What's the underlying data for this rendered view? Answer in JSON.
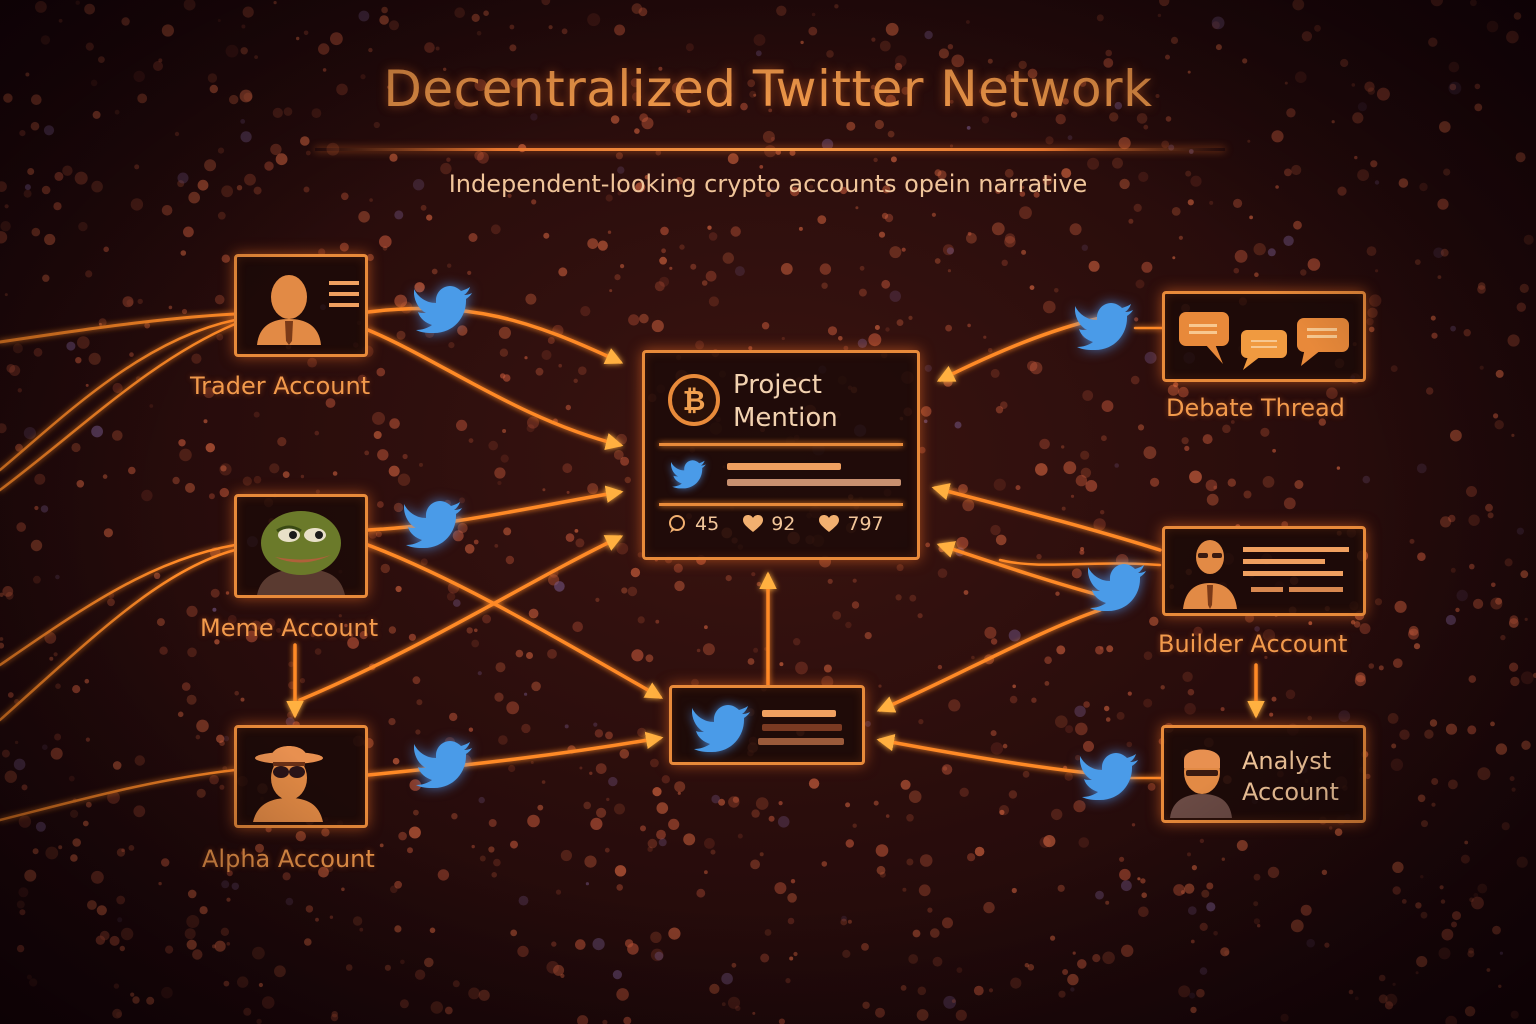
{
  "title": "Decentralized Twitter Network",
  "subtitle": "Independent-looking crypto accounts opein narrative",
  "colors": {
    "accent_orange": "#f39a4a",
    "line_orange": "#ff8c2a",
    "bird_blue": "#4a9be8",
    "background": "#2a0d0c"
  },
  "nodes": {
    "trader": {
      "label": "Trader Account",
      "icon": "person-suit-icon"
    },
    "meme": {
      "label": "Meme Account",
      "icon": "frog-avatar-icon"
    },
    "alpha": {
      "label": "Alpha Account",
      "icon": "hat-sunglasses-person-icon"
    },
    "debate": {
      "label": "Debate Thread",
      "icon": "chat-bubbles-icon"
    },
    "builder": {
      "label": "Builder Account",
      "icon": "person-glasses-icon"
    },
    "analyst": {
      "label_line1": "Analyst",
      "label_line2": "Account",
      "icon": "person-visor-icon"
    }
  },
  "project_mention": {
    "title_line1": "Project",
    "title_line2": "Mention",
    "icon": "bitcoin-icon",
    "stats": {
      "comments": "45",
      "likes": "92",
      "hearts": "797"
    }
  },
  "repost_card": {
    "icon": "twitter-bird-icon"
  }
}
